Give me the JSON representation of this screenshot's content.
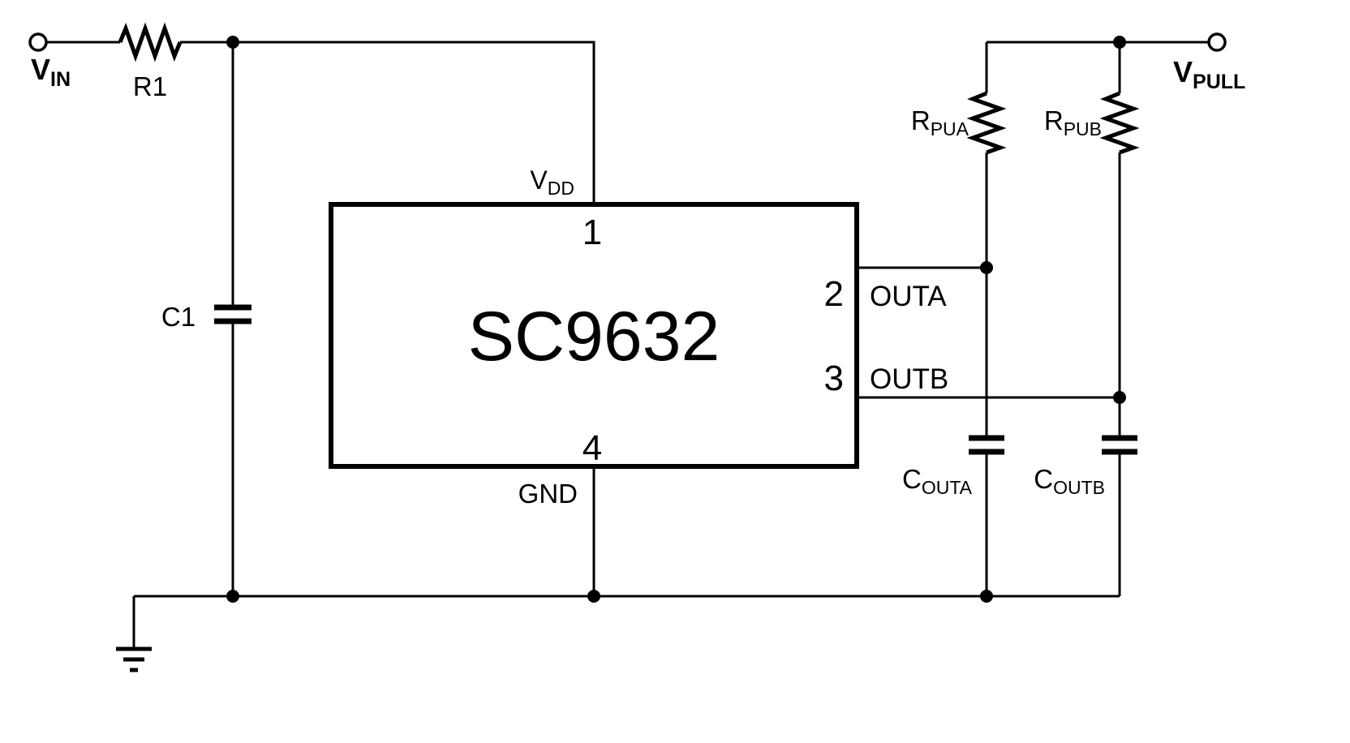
{
  "ic": {
    "part_number": "SC9632"
  },
  "pins": {
    "pin1": {
      "number": "1",
      "label_main": "V",
      "label_sub": "DD"
    },
    "pin2": {
      "number": "2",
      "label": "OUTA"
    },
    "pin3": {
      "number": "3",
      "label": "OUTB"
    },
    "pin4": {
      "number": "4",
      "label": "GND"
    }
  },
  "terminals": {
    "vin": {
      "main": "V",
      "sub": "IN"
    },
    "vpull": {
      "main": "V",
      "sub": "PULL"
    }
  },
  "components": {
    "r1": "R1",
    "c1": "C1",
    "rpua": {
      "main": "R",
      "sub": "PUA"
    },
    "rpub": {
      "main": "R",
      "sub": "PUB"
    },
    "couta": {
      "main": "C",
      "sub": "OUTA"
    },
    "coutb": {
      "main": "C",
      "sub": "OUTB"
    }
  },
  "colors": {
    "wire": "#000000",
    "background": "#ffffff"
  }
}
